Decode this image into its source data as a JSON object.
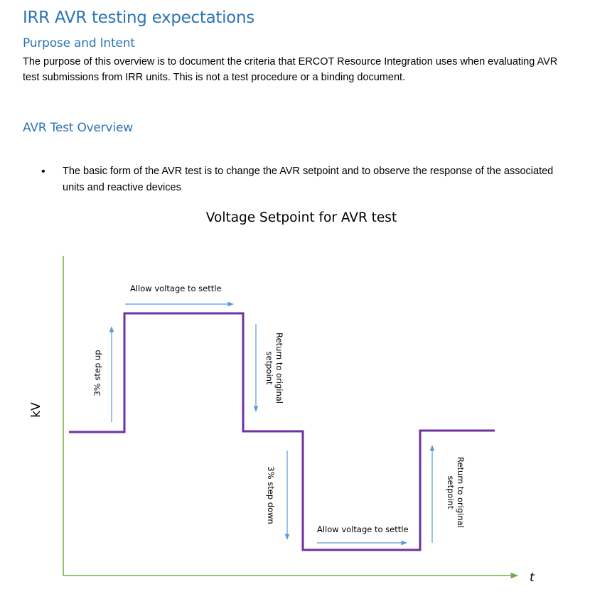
{
  "header": {
    "title": "IRR AVR testing expectations",
    "section1": "Purpose and Intent",
    "paragraph": "The purpose of this overview is to document the criteria that ERCOT Resource Integration uses when evaluating AVR test submissions from IRR units. This is not a test procedure or a binding document.",
    "section2": "AVR Test Overview"
  },
  "bullet": {
    "text": "The basic form of the AVR test is to change the AVR setpoint and to observe the response of the associated units and reactive devices"
  },
  "figure": {
    "title": "Voltage Setpoint for AVR test",
    "y_label": "kV",
    "x_label": "t",
    "annotations": {
      "step_up": "3% step up",
      "settle_1": "Allow voltage to settle",
      "return_1_line1": "Return to original",
      "return_1_line2": "setpoint",
      "step_down": "3% step down",
      "settle_2": "Allow voltage to settle",
      "return_2_line1": "Return to original",
      "return_2_line2": "setpoint"
    },
    "colors": {
      "trace": "#7030a0",
      "arrows": "#5b9bd5",
      "axes": "#70ad47"
    }
  }
}
